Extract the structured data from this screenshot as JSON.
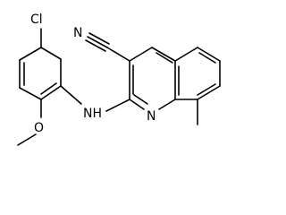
{
  "molecule": {
    "atoms": {
      "chlorine": "Cl",
      "nitrile_nitrogen": "N",
      "amine": "NH",
      "ring_nitrogen": "N",
      "methoxy_oxygen": "O"
    }
  }
}
